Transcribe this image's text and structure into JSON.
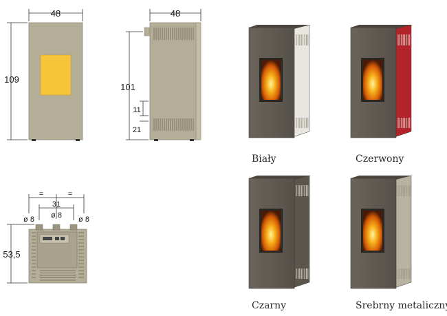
{
  "front_view": {
    "width": "48",
    "height": "109"
  },
  "side_view": {
    "width": "48",
    "height": "101",
    "mid": "11",
    "bottom": "21"
  },
  "top_view": {
    "equal_left": "=",
    "equal_right": "=",
    "spacing": "31",
    "dia_left": "ø 8",
    "dia_mid": "ø 8",
    "dia_right": "ø 8",
    "depth": "53,5"
  },
  "variants": [
    {
      "label": "Biały",
      "side_color": "#e8e6e1"
    },
    {
      "label": "Czerwony",
      "side_color": "#b3232a"
    },
    {
      "label": "Czarny",
      "side_color": "#5b554b"
    },
    {
      "label": "Srebrny metaliczny",
      "side_color": "#b8b2a3"
    }
  ],
  "colors": {
    "body": "#b4ad98",
    "stove_front": "#5e5850",
    "glass_yellow": "#f6c63a"
  }
}
